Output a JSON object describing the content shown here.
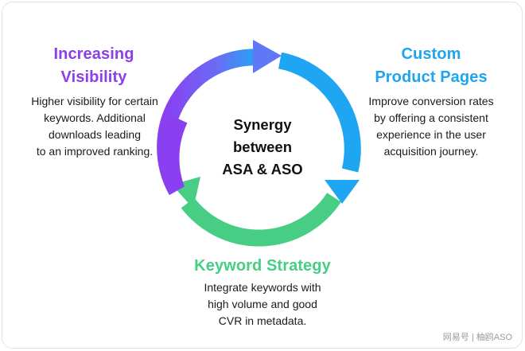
{
  "center": {
    "line1": "Synergy",
    "line2": "between",
    "line3": "ASA & ASO"
  },
  "left": {
    "title1": "Increasing",
    "title2": "Visibility",
    "desc": [
      "Higher visibility for certain",
      "keywords. Additional",
      "downloads leading",
      "to an improved ranking."
    ],
    "color": "#8c3fe6"
  },
  "right": {
    "title1": "Custom",
    "title2": "Product Pages",
    "desc": [
      "Improve conversion rates",
      "by offering a consistent",
      "experience in the user",
      "acquisition journey."
    ],
    "color": "#1ea5f0"
  },
  "bottom": {
    "title": "Keyword Strategy",
    "desc": [
      "Integrate keywords with",
      "high volume and good",
      "CVR in metadata."
    ],
    "color": "#46cf84"
  },
  "watermark": "网易号 | 柚鸥ASO"
}
